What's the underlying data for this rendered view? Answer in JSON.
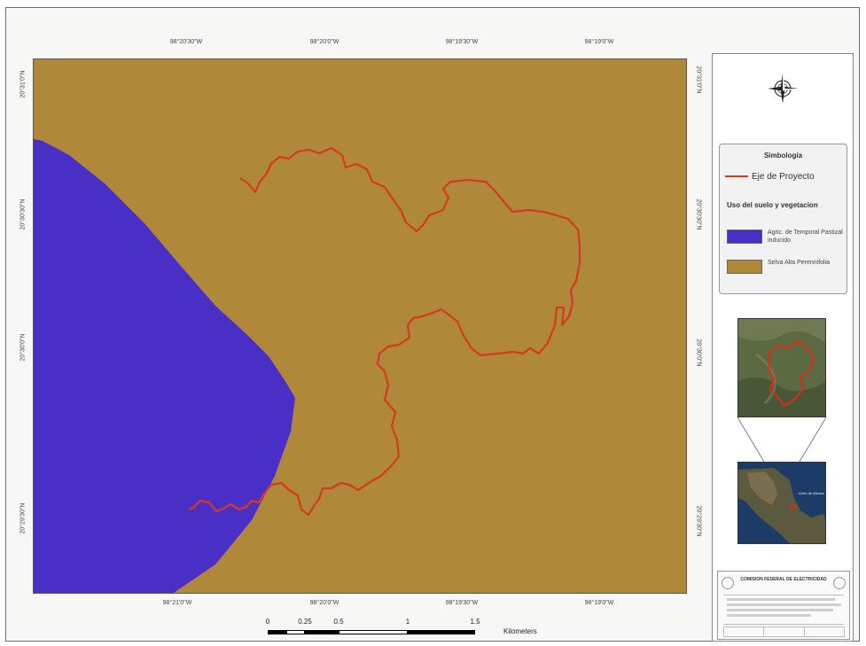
{
  "map": {
    "colors": {
      "selva": "#b0883a",
      "agric": "#4a2fc6",
      "route": "#d43a1e",
      "frame": "#555555"
    },
    "graticule": {
      "top_labels": [
        "98°20'30\"W",
        "98°20'0\"W",
        "98°19'30\"W",
        "98°19'0\"W"
      ],
      "bottom_labels": [
        "98°21'0\"W",
        "98°20'0\"W",
        "98°19'30\"W",
        "98°19'0\"W"
      ],
      "left_labels": [
        "20°31'0\"N",
        "20°30'30\"N",
        "20°30'0\"N",
        "20°29'30\"N"
      ],
      "right_labels": [
        "20°31'0\"N",
        "20°30'30\"N",
        "20°30'0\"N",
        "20°29'30\"N"
      ]
    }
  },
  "scalebar": {
    "labels": [
      "0",
      "0.25",
      "0.5",
      "1",
      "1.5"
    ],
    "unit": "Kilometers"
  },
  "north_arrow": {
    "icon": "compass-rose-icon"
  },
  "legend": {
    "title": "Simbología",
    "line_item": "Eje de Proyecto",
    "landuse_title": "Uso del suelo y vegetacion",
    "items": [
      {
        "label": "Agric. de Temporal Pastizal inducido",
        "color": "#4a2fc6"
      },
      {
        "label": "Selva Alta Perennifolia",
        "color": "#b0883a"
      }
    ]
  },
  "inset_maps": {
    "inset1_icon": "satellite-locator-icon",
    "inset2_icon": "country-locator-icon",
    "inset2_label": "Golfo de México"
  },
  "title_block": {
    "title": "COMISION FEDERAL DE ELECTRICIDAD"
  }
}
